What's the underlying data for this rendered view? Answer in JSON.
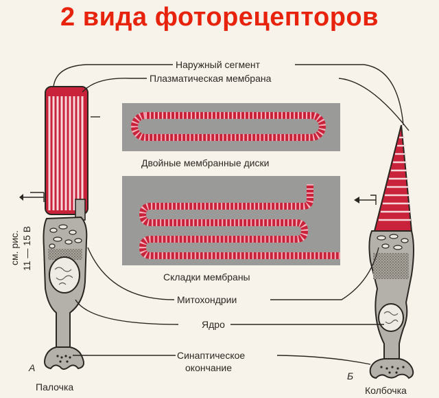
{
  "title": "2 вида фоторецепторов",
  "labels": {
    "outer_segment": "Наружный сегмент",
    "plasma_membrane": "Плазматическая мембрана",
    "double_discs": "Двойные мембранные диски",
    "membrane_folds": "Складки мембраны",
    "mitochondria": "Митохондрии",
    "nucleus": "Ядро",
    "synaptic_line1": "Синаптическое",
    "synaptic_line2": "окончание",
    "rod": "Палочка",
    "cone": "Колбочка",
    "letter_a": "А",
    "letter_b": "Б",
    "side_ref_line1": "см. рис.",
    "side_ref_line2": "11 — 15 В"
  },
  "colors": {
    "title": "#e8230d",
    "membrane_red": "#c8233a",
    "membrane_light": "#f1a3b1",
    "panel_gray": "#9a9a98",
    "cell_gray": "#b4b1aa",
    "ink": "#2a2622"
  }
}
